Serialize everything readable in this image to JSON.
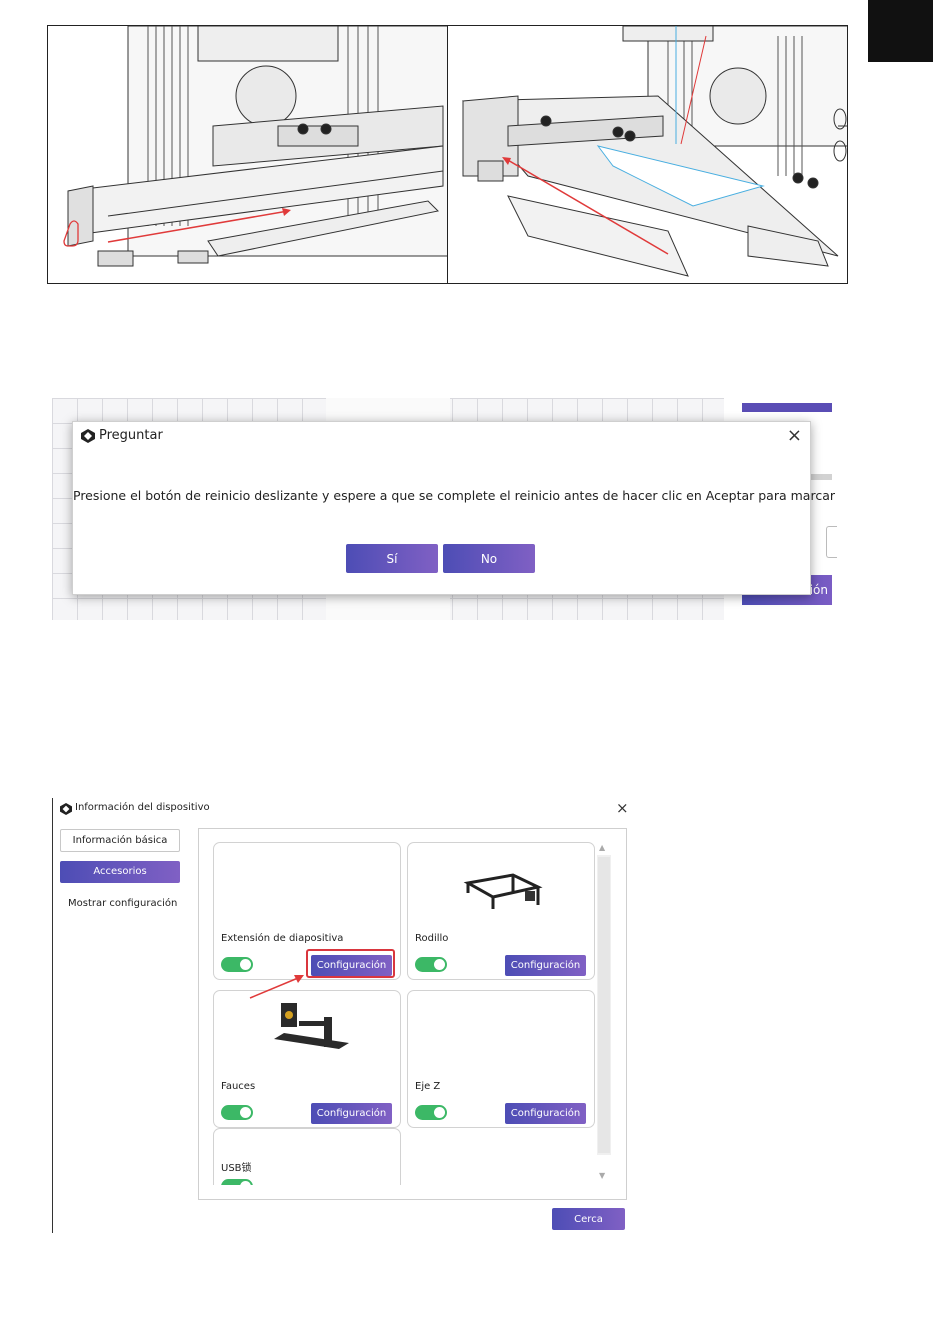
{
  "colors": {
    "accent_start": "#4d4db5",
    "accent_end": "#8060c4",
    "toggle_on": "#3cb866",
    "highlight": "#d9363e",
    "arrow": "#e03a3a"
  },
  "ask_dialog": {
    "title": "Preguntar",
    "close_icon": "×",
    "message": "Presione el botón de reinicio deslizante y espere a que se complete el reinicio antes de hacer clic en Aceptar para marcar",
    "yes_label": "Sí",
    "no_label": "No",
    "side_button_label": "ación"
  },
  "device_window": {
    "title": "Información del dispositivo",
    "close_icon": "×",
    "nav": {
      "basic_info": "Información básica",
      "accessories": "Accesorios",
      "show_config": "Mostrar configuración"
    },
    "accessories": [
      {
        "label": "Extensión de diapositiva",
        "toggle_on": true,
        "button": "Configuración",
        "icon": "none"
      },
      {
        "label": "Rodillo",
        "toggle_on": true,
        "button": "Configuración",
        "icon": "roller-frame-icon"
      },
      {
        "label": "Fauces",
        "toggle_on": true,
        "button": "Configuración",
        "icon": "chuck-rotary-icon"
      },
      {
        "label": "Eje Z",
        "toggle_on": true,
        "button": "Configuración",
        "icon": "none"
      },
      {
        "label": "USB锁",
        "toggle_on": true,
        "button": "",
        "icon": "none"
      }
    ],
    "close_button": "Cerca"
  }
}
